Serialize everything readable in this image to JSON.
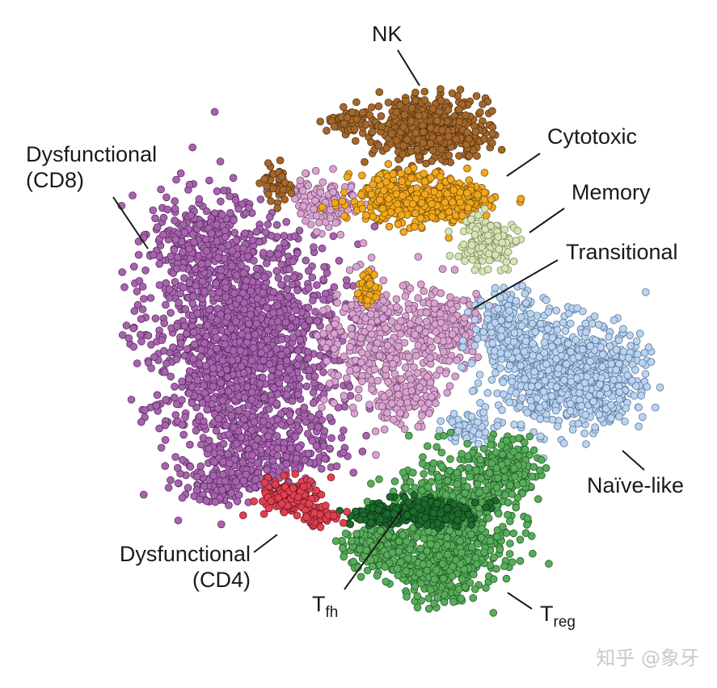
{
  "chart_data": {
    "type": "scatter",
    "title": "",
    "xlabel": "",
    "ylabel": "",
    "grid": false,
    "legend": "none",
    "series": [
      {
        "name": "Dysfunctional (CD8)",
        "color": "#a764ad",
        "stroke": "#5b2a62"
      },
      {
        "name": "Transitional",
        "color": "#d9a3cf",
        "stroke": "#7a4d74"
      },
      {
        "name": "NK",
        "color": "#a5682a",
        "stroke": "#563313"
      },
      {
        "name": "Cytotoxic",
        "color": "#f2a81c",
        "stroke": "#7c540c"
      },
      {
        "name": "Memory",
        "color": "#d6e3b5",
        "stroke": "#7d8b5f"
      },
      {
        "name": "Naïve-like",
        "color": "#b9d3f0",
        "stroke": "#5a7698"
      },
      {
        "name": "Treg",
        "color": "#57ad5a",
        "stroke": "#245c27"
      },
      {
        "name": "Tfh",
        "color": "#1e6b2e",
        "stroke": "#0b3513"
      },
      {
        "name": "Dysfunctional (CD4)",
        "color": "#e04152",
        "stroke": "#7a1a24"
      }
    ]
  },
  "labels": {
    "nk": "NK",
    "cytotoxic": "Cytotoxic",
    "memory": "Memory",
    "transitional": "Transitional",
    "dysfunctional_cd8_line1": "Dysfunctional",
    "dysfunctional_cd8_line2": "(CD8)",
    "naive_like": "Naïve-like",
    "dysfunctional_cd4_line1": "Dysfunctional",
    "dysfunctional_cd4_line2": "(CD4)",
    "tfh_main": "T",
    "tfh_sub": "fh",
    "treg_main": "T",
    "treg_sub": "reg"
  },
  "watermark": "知乎 @象牙"
}
